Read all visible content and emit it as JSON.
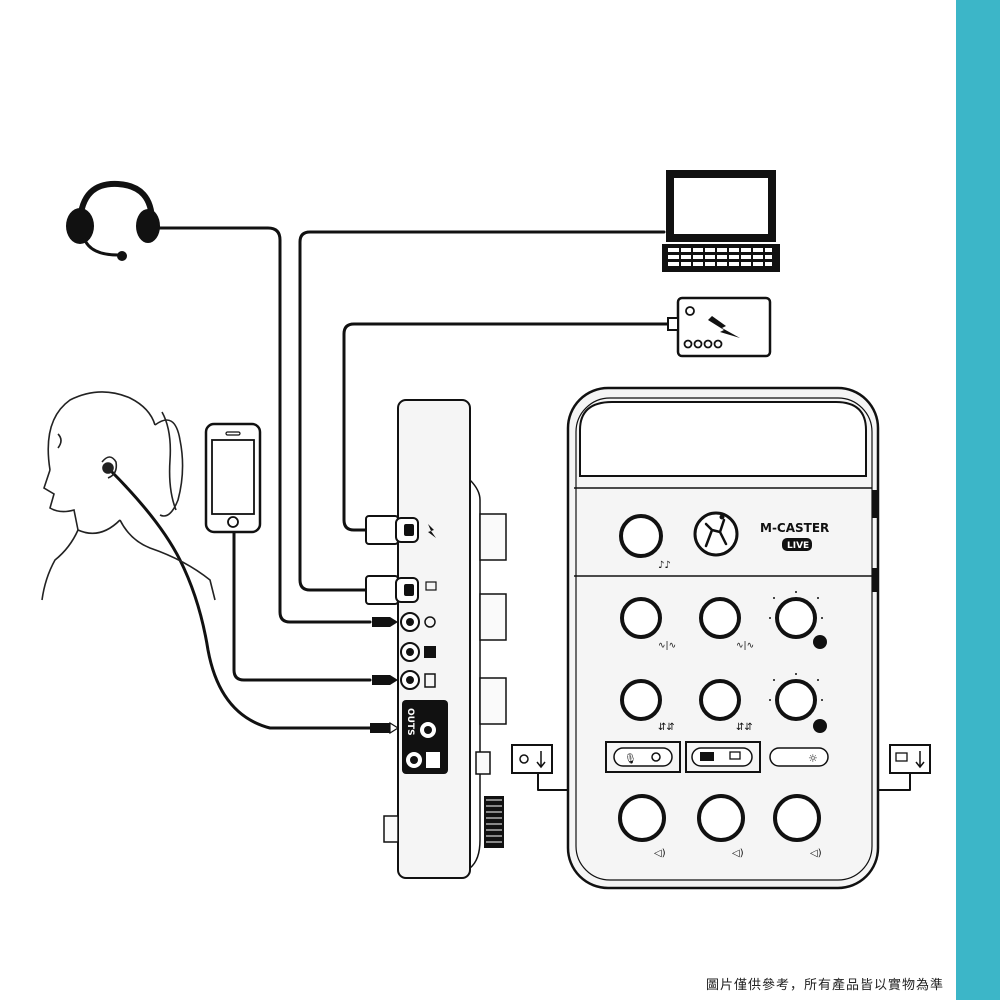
{
  "device": {
    "brand_line": "M-CASTER",
    "badge": "LIVE"
  },
  "colors": {
    "accent_bar": "#3cb6c8",
    "ink": "#111111",
    "device_fill": "#f4f4f4",
    "panel_fill": "#f9f9f9"
  },
  "side_panel": {
    "outs_label": "OUTS"
  },
  "caption": "圖片僅供參考，所有產品皆以實物為準"
}
